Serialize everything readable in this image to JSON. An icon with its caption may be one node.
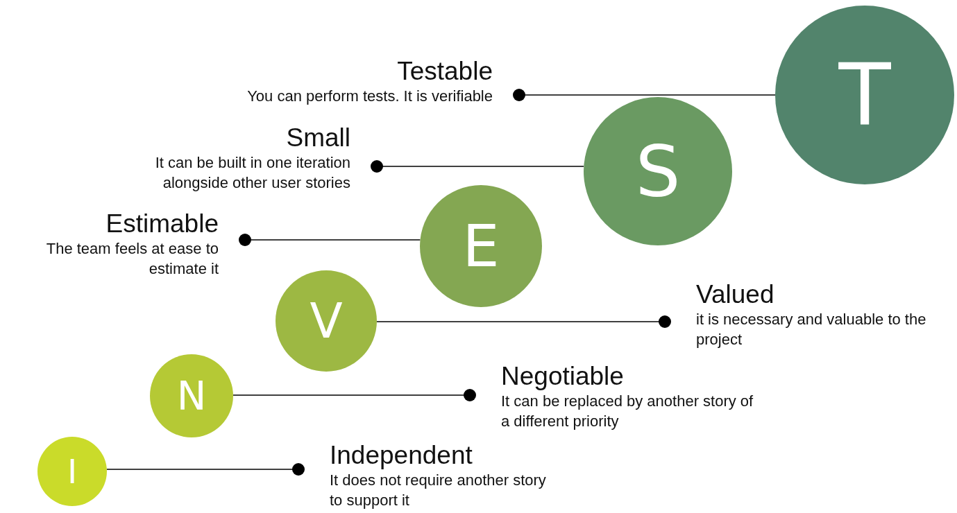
{
  "diagram": {
    "nodes": [
      {
        "text": [
          "Testable",
          "You can perform tests. It is verifiable"
        ]
      },
      {
        "text": [
          "T"
        ]
      },
      {
        "text": [
          "Small",
          "It can be built in one iteration alongside other user stories"
        ]
      },
      {
        "text": [
          "S"
        ]
      },
      {
        "text": [
          "Estimable",
          "The team feels at ease to estimate it"
        ]
      },
      {
        "text": [
          "E"
        ]
      },
      {
        "text": [
          "V"
        ]
      },
      {
        "text": [
          "Valued",
          "it is necessary and valuable to the project"
        ]
      },
      {
        "text": [
          "N"
        ]
      },
      {
        "text": [
          "Negotiable",
          "It can be replaced by another story of a different priority"
        ]
      },
      {
        "text": [
          "I"
        ]
      },
      {
        "text": [
          "Independent",
          "It does not require another story to support it"
        ]
      }
    ],
    "edges": [
      {
        "from": 1,
        "to": 0,
        "arrow": "other"
      },
      {
        "from": 3,
        "to": 2,
        "arrow": "other"
      },
      {
        "from": 5,
        "to": 4,
        "arrow": "other"
      },
      {
        "from": 6,
        "to": 7,
        "arrow": "other"
      },
      {
        "from": 8,
        "to": 9,
        "arrow": "other"
      },
      {
        "from": 10,
        "to": 11,
        "arrow": "other"
      }
    ]
  }
}
